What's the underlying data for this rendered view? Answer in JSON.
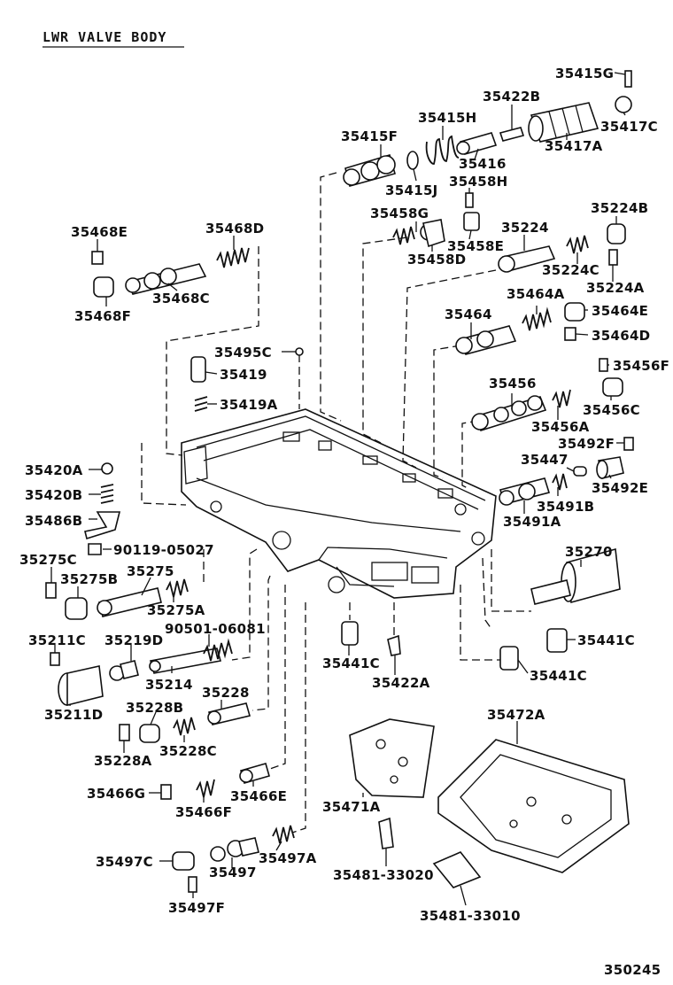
{
  "title": "LWR VALVE BODY",
  "figure_code": "350245",
  "part_labels": [
    "35415G",
    "35422B",
    "35415H",
    "35417C",
    "35415F",
    "35416",
    "35417A",
    "35415J",
    "35458H",
    "35458G",
    "35458E",
    "35224",
    "35224B",
    "35458D",
    "35224C",
    "35468E",
    "35468D",
    "35224A",
    "35464A",
    "35464",
    "35464E",
    "35468F",
    "35468C",
    "35464D",
    "35495C",
    "35419",
    "35456F",
    "35456",
    "35419A",
    "35456C",
    "35456A",
    "35492F",
    "35420A",
    "35447",
    "35492E",
    "35420B",
    "35491B",
    "35486B",
    "35491A",
    "90119-05027",
    "35270",
    "35275C",
    "35275",
    "35275B",
    "35275A",
    "90501-06081",
    "35211C",
    "35219D",
    "35441C",
    "35441C",
    "35441C",
    "35214",
    "35422A",
    "35211D",
    "35228",
    "35228B",
    "35472A",
    "35228A",
    "35228C",
    "35466G",
    "35466F",
    "35466E",
    "35471A",
    "35497C",
    "35497A",
    "35497",
    "35481-33020",
    "35497F",
    "35481-33010"
  ]
}
